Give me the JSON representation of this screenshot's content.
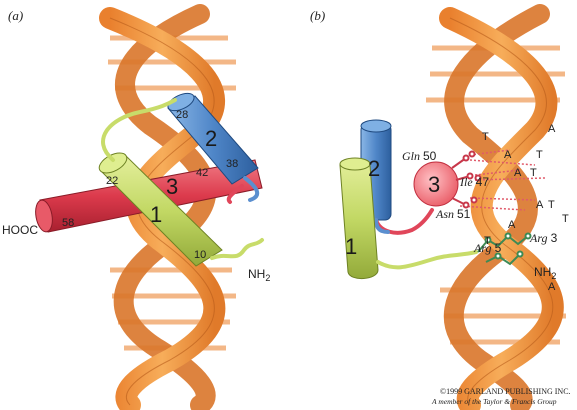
{
  "panels": {
    "a": {
      "label": "(a)"
    },
    "b": {
      "label": "(b)"
    }
  },
  "panel_a": {
    "helix_numbers": [
      "1",
      "2",
      "3"
    ],
    "residue_numbers": [
      "28",
      "38",
      "42",
      "22",
      "58",
      "10"
    ],
    "c_terminus": "HOOC",
    "n_terminus": "NH2",
    "n_terminus_sub": "2",
    "n_terminus_main": "NH"
  },
  "panel_b": {
    "helix_numbers": [
      "2",
      "3",
      "1"
    ],
    "bases_top": [
      "T",
      "A",
      "A",
      "T",
      "A",
      "T"
    ],
    "bases_bottom": [
      "A",
      "T",
      "T",
      "A",
      "A"
    ],
    "residues": [
      {
        "name": "Gln",
        "num": "50"
      },
      {
        "name": "Ile",
        "num": "47"
      },
      {
        "name": "Asn",
        "num": "51"
      },
      {
        "name": "Arg",
        "num": "5"
      },
      {
        "name": "Arg",
        "num": "3"
      }
    ],
    "n_terminus_main": "NH",
    "n_terminus_sub": "2"
  },
  "credit": {
    "line1": "©1999 GARLAND PUBLISHING INC.",
    "line2": "A member of the Taylor & Francis Group"
  },
  "colors": {
    "dna": "#f39a3e",
    "dna_dark": "#d9762a",
    "helix1": "#c8dc6a",
    "helix2": "#5b8fcf",
    "helix3": "#e0465a"
  }
}
